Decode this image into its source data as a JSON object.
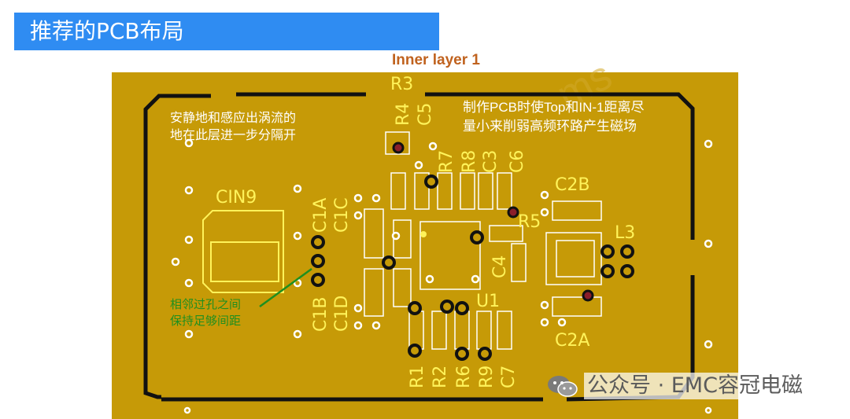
{
  "header": {
    "title": "推荐的PCB布局"
  },
  "layer_title": "Inner layer 1",
  "annotations": {
    "left_line1": "安静地和感应出涡流的",
    "left_line2": "地在此层进一步分隔开",
    "right_line1": "制作PCB时使Top和IN-1距离尽",
    "right_line2": "量小来削弱高频环路产生磁场",
    "green_line1": "相邻过孔之间",
    "green_line2": "保持足够间距"
  },
  "labels": {
    "r3": "R3",
    "r4": "R4",
    "c5": "C5",
    "r7": "R7",
    "r8": "R8",
    "c3": "C3",
    "c6": "C6",
    "cin9": "CIN9",
    "c1a": "C1A",
    "c1c": "C1C",
    "c1b": "C1B",
    "c1d": "C1D",
    "c2b": "C2B",
    "r5": "R5",
    "l3": "L3",
    "c4": "C4",
    "u1": "U1",
    "c2a": "C2A",
    "r1": "R1",
    "r2": "R2",
    "r6": "R6",
    "r9": "R9",
    "c7": "C7"
  },
  "watermark": {
    "text": "公众号 · EMC容冠电磁",
    "icon": "wechat-icon"
  },
  "colors": {
    "board": "#c69a07",
    "header": "#2f8cf2",
    "silk": "#fff35a",
    "note_green": "#1f8f1f"
  }
}
